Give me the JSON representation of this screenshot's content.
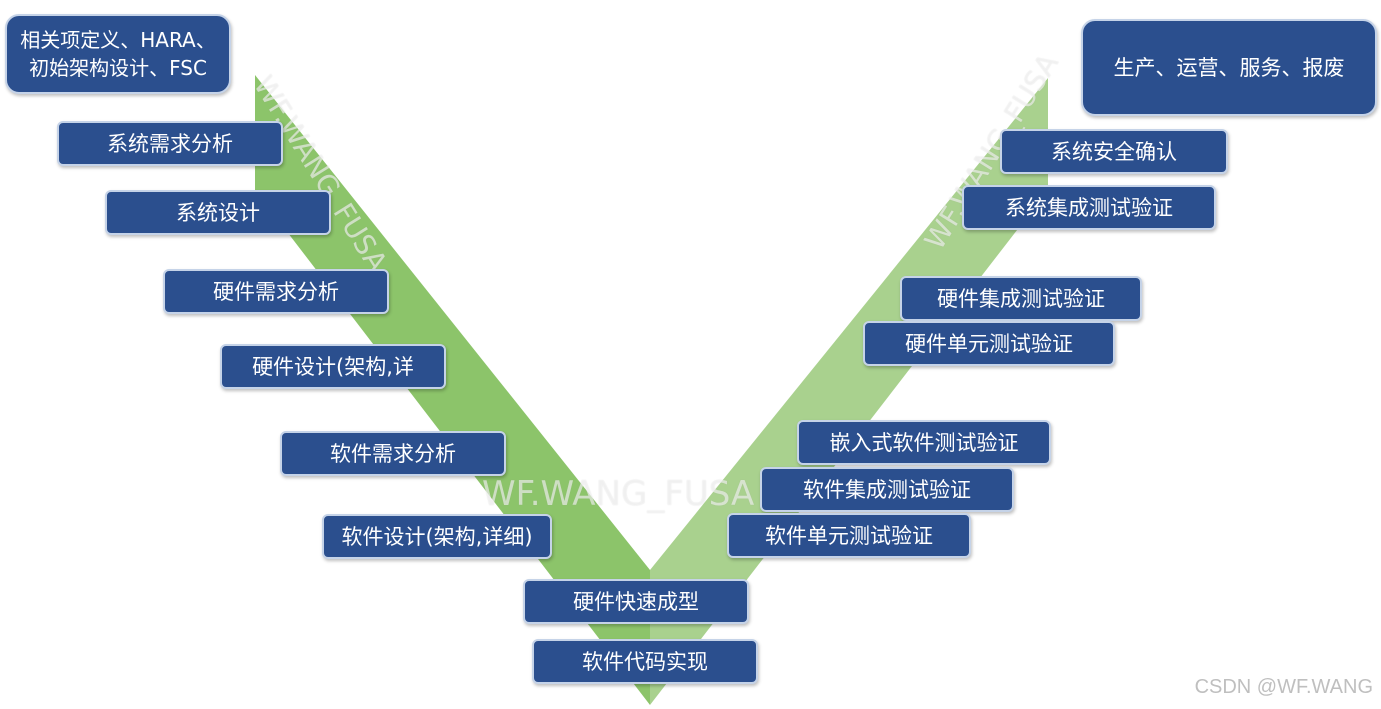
{
  "colors": {
    "box_fill": "#2b4f8e",
    "box_border": "#c5d3e8",
    "v_left_arm": "#8cc46a",
    "v_right_arm": "#a9d18e"
  },
  "left_boxes": [
    {
      "label": "相关项定义、HARA、初始架构设计、FSC"
    },
    {
      "label": "系统需求分析"
    },
    {
      "label": "系统设计"
    },
    {
      "label": "硬件需求分析"
    },
    {
      "label": "硬件设计(架构,详"
    },
    {
      "label": "软件需求分析"
    },
    {
      "label": "软件设计(架构,详细)"
    }
  ],
  "bottom_boxes": [
    {
      "label": "硬件快速成型"
    },
    {
      "label": "软件代码实现"
    }
  ],
  "right_boxes": [
    {
      "label": "生产、运营、服务、报废"
    },
    {
      "label": "系统安全确认"
    },
    {
      "label": "系统集成测试验证"
    },
    {
      "label": "硬件集成测试验证"
    },
    {
      "label": "硬件单元测试验证"
    },
    {
      "label": "嵌入式软件测试验证"
    },
    {
      "label": "软件集成测试验证"
    },
    {
      "label": "软件单元测试验证"
    }
  ],
  "watermarks": {
    "left_arm": "WF.WANG_FUSA",
    "center": "WF.WANG_FUSA",
    "right_arm": "WF.WANG_FUSA"
  },
  "footer": {
    "credit": "CSDN @WF.WANG"
  }
}
